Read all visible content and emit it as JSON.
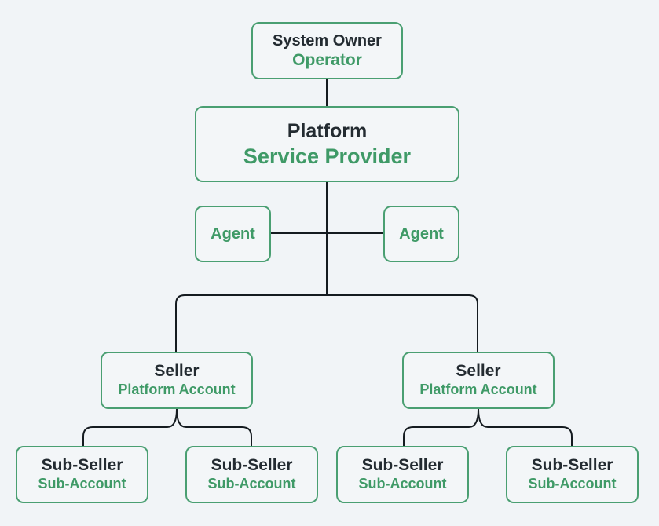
{
  "diagram": {
    "system_owner": {
      "title": "System Owner",
      "role": "Operator"
    },
    "platform": {
      "title": "Platform",
      "role": "Service Provider"
    },
    "agents": [
      {
        "role": "Agent"
      },
      {
        "role": "Agent"
      }
    ],
    "sellers": [
      {
        "title": "Seller",
        "role": "Platform Account"
      },
      {
        "title": "Seller",
        "role": "Platform Account"
      }
    ],
    "sub_sellers": [
      {
        "title": "Sub-Seller",
        "role": "Sub-Account"
      },
      {
        "title": "Sub-Seller",
        "role": "Sub-Account"
      },
      {
        "title": "Sub-Seller",
        "role": "Sub-Account"
      },
      {
        "title": "Sub-Seller",
        "role": "Sub-Account"
      }
    ],
    "colors": {
      "background": "#f1f4f7",
      "box_border": "#4a9f72",
      "role_text": "#3f9a67",
      "title_text": "#232b31",
      "connector": "#151b20"
    }
  }
}
